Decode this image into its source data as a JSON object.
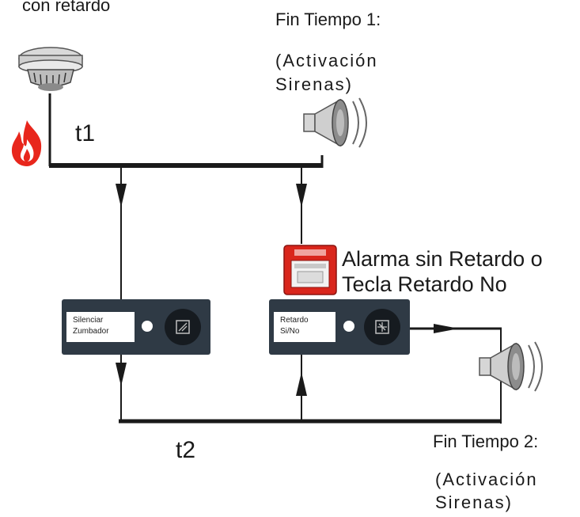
{
  "labels": {
    "top_left": "con retardo",
    "fin_tiempo_1": "Fin Tiempo 1:",
    "activacion_1_line1": "(Activación",
    "activacion_1_line2": "Sirenas)",
    "t1": "t1",
    "alarma_line1": "Alarma sin Retardo o",
    "alarma_line2": "Tecla Retardo No",
    "t2": "t2",
    "fin_tiempo_2": "Fin Tiempo 2:",
    "activacion_2_line1": "(Activación",
    "activacion_2_line2": "Sirenas)"
  },
  "panels": {
    "left": {
      "line1": "Silenciar",
      "line2": "Zumbador"
    },
    "right": {
      "line1": "Retardo",
      "line2": "Si/No"
    }
  },
  "icons": {
    "smoke_detector": "smoke-detector-icon",
    "fire": "fire-icon",
    "siren": "siren-icon",
    "pull_station": "manual-call-point-icon",
    "buzzer_key": "buzzer-key-icon",
    "delay_key": "delay-key-icon"
  },
  "colors": {
    "line": "#1a1a1a",
    "fire": "#e8261c",
    "pull_station": "#d9261c",
    "panel": "#2f3a45"
  }
}
